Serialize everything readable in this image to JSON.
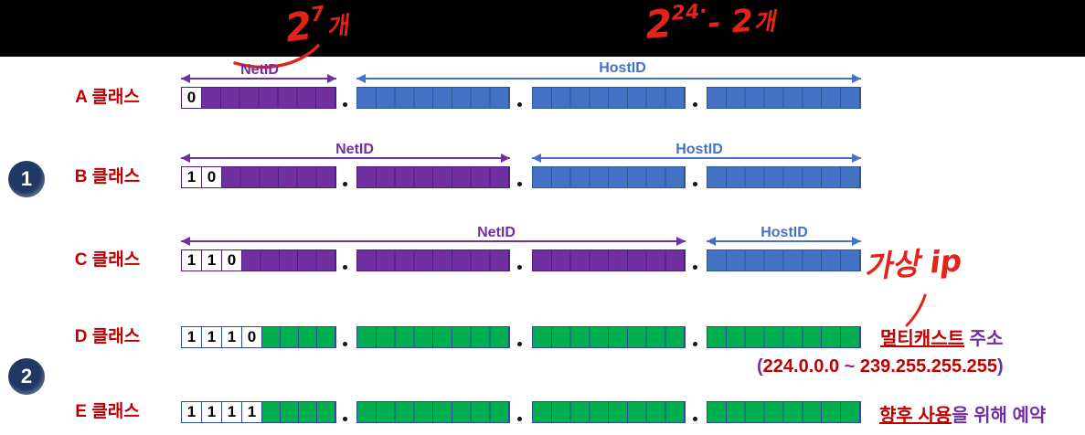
{
  "handwritten": {
    "formula_a": {
      "base": "2",
      "exp": "7",
      "unit": "개"
    },
    "formula_d": {
      "base": "2",
      "exp": "24·",
      "rest": "- 2",
      "unit": "개"
    },
    "virtual_ip": "가상 ip"
  },
  "markers": [
    {
      "label": "1"
    },
    {
      "label": "2"
    }
  ],
  "arrow_labels": {
    "netid": "NetID",
    "hostid": "HostID"
  },
  "rows": [
    {
      "label": "A 클래스",
      "bits": [
        "0"
      ]
    },
    {
      "label": "B 클래스",
      "bits": [
        "1",
        "0"
      ]
    },
    {
      "label": "C 클래스",
      "bits": [
        "1",
        "1",
        "0"
      ]
    },
    {
      "label": "D 클래스",
      "bits": [
        "1",
        "1",
        "1",
        "0"
      ]
    },
    {
      "label": "E 클래스",
      "bits": [
        "1",
        "1",
        "1",
        "1"
      ]
    }
  ],
  "notes": {
    "d_em": "멀티캐스트",
    "d_rest": " 주소",
    "d_range_open": "(",
    "d_range_from": "224.0.0.0",
    "d_range_sep": " ~ ",
    "d_range_to": "239.255.255.255",
    "d_range_close": ")",
    "e_em": "향후 사용",
    "e_rest": "을 위해 예약"
  },
  "colors": {
    "netid_purple": "#7030A0",
    "hostid_blue": "#4472C4",
    "reserved_green": "#00B050",
    "label_red": "#C00000",
    "handwriting_red": "#E2231A",
    "marker_navy": "#1F3864"
  }
}
